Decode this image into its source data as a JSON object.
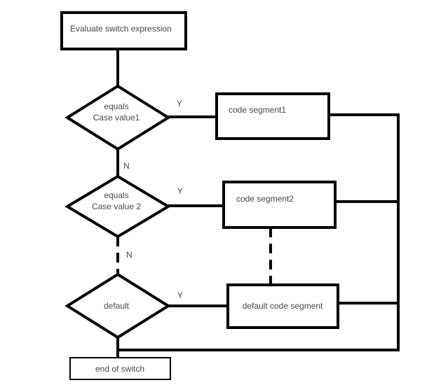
{
  "diagram": {
    "kind": "flowchart",
    "background_color": "#ffffff",
    "line_color": "#000000",
    "text_color": "#474747",
    "nodes": {
      "start": {
        "type": "process",
        "label": "Evaluate switch expression"
      },
      "case1": {
        "type": "decision",
        "line1": "equals",
        "line2": "Case value1"
      },
      "seg1": {
        "type": "process",
        "label": "code segment1"
      },
      "case2": {
        "type": "decision",
        "line1": "equals",
        "line2": "Case value 2"
      },
      "seg2": {
        "type": "process",
        "label": "code segment2"
      },
      "default_case": {
        "type": "decision",
        "label": "default"
      },
      "seg_default": {
        "type": "process",
        "label": "default code segment"
      },
      "end": {
        "type": "process",
        "label": "end of switch"
      }
    },
    "edge_labels": {
      "case1_yes": "Y",
      "case1_no": "N",
      "case2_yes": "Y",
      "case2_no": "N",
      "default_yes": "Y"
    }
  }
}
